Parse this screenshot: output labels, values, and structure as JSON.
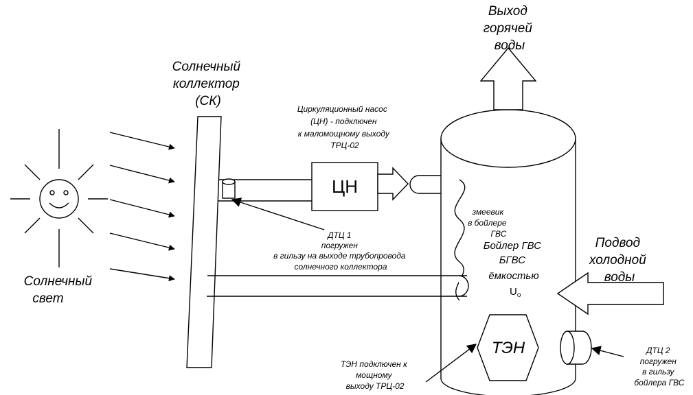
{
  "labels": {
    "hot_water_out": [
      "Выход",
      "горячей",
      "воды"
    ],
    "solar_collector": [
      "Солнечный",
      "коллектор",
      "(СК)"
    ],
    "pump_note": [
      "Циркуляционный насос",
      "(ЦН) - подключен",
      "к маломощному выходу",
      "ТРЦ-02"
    ],
    "pump": "ЦН",
    "coil": [
      "змеевик",
      "в бойлере",
      "ГВС"
    ],
    "boiler": [
      "Бойлер ГВС",
      "БГВС",
      "ёмкостью"
    ],
    "boiler_volume_main": "U",
    "boiler_volume_sub": "o",
    "sensor1": [
      "ДТЦ 1",
      "погружен",
      "в гильзу на выходе трубопровода",
      "солнечного коллектора"
    ],
    "cold_water_in": [
      "Подвод",
      "холодной",
      "воды"
    ],
    "sunlight": [
      "Солнечный",
      "свет"
    ],
    "heater": "ТЭН",
    "heater_note": [
      "ТЭН подключен к",
      "мощному",
      "выходу ТРЦ-02"
    ],
    "sensor2": [
      "ДТЦ 2",
      "погружен",
      "в гильзу",
      "бойлера ГВС"
    ]
  },
  "icons": [
    "sun-icon",
    "smiley-face-icon"
  ]
}
